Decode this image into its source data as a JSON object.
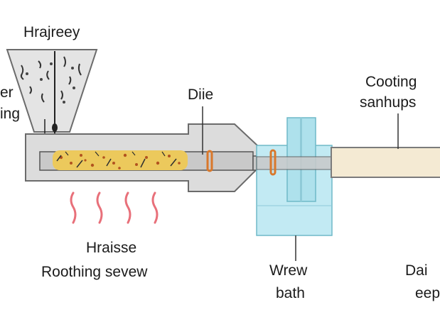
{
  "labels": {
    "hopper": "Hrajreey",
    "left_line1": "er",
    "left_line2": "ing",
    "die": "Diie",
    "coating_line1": "Cooting",
    "coating_line2": "sanhups",
    "heater": "Hraisse",
    "screw": "Roothing sevew",
    "bath_line1": "Wrew",
    "bath_line2": "bath",
    "right_line1": "Dai",
    "right_line2": "eep"
  },
  "colors": {
    "barrel": "#dedede",
    "outline": "#5a5a5a",
    "melt": "#eccd63",
    "bath_water": "#bfe9f2",
    "ring": "#d9782b",
    "heat": "#e8707a",
    "coating": "#f4ead3"
  }
}
